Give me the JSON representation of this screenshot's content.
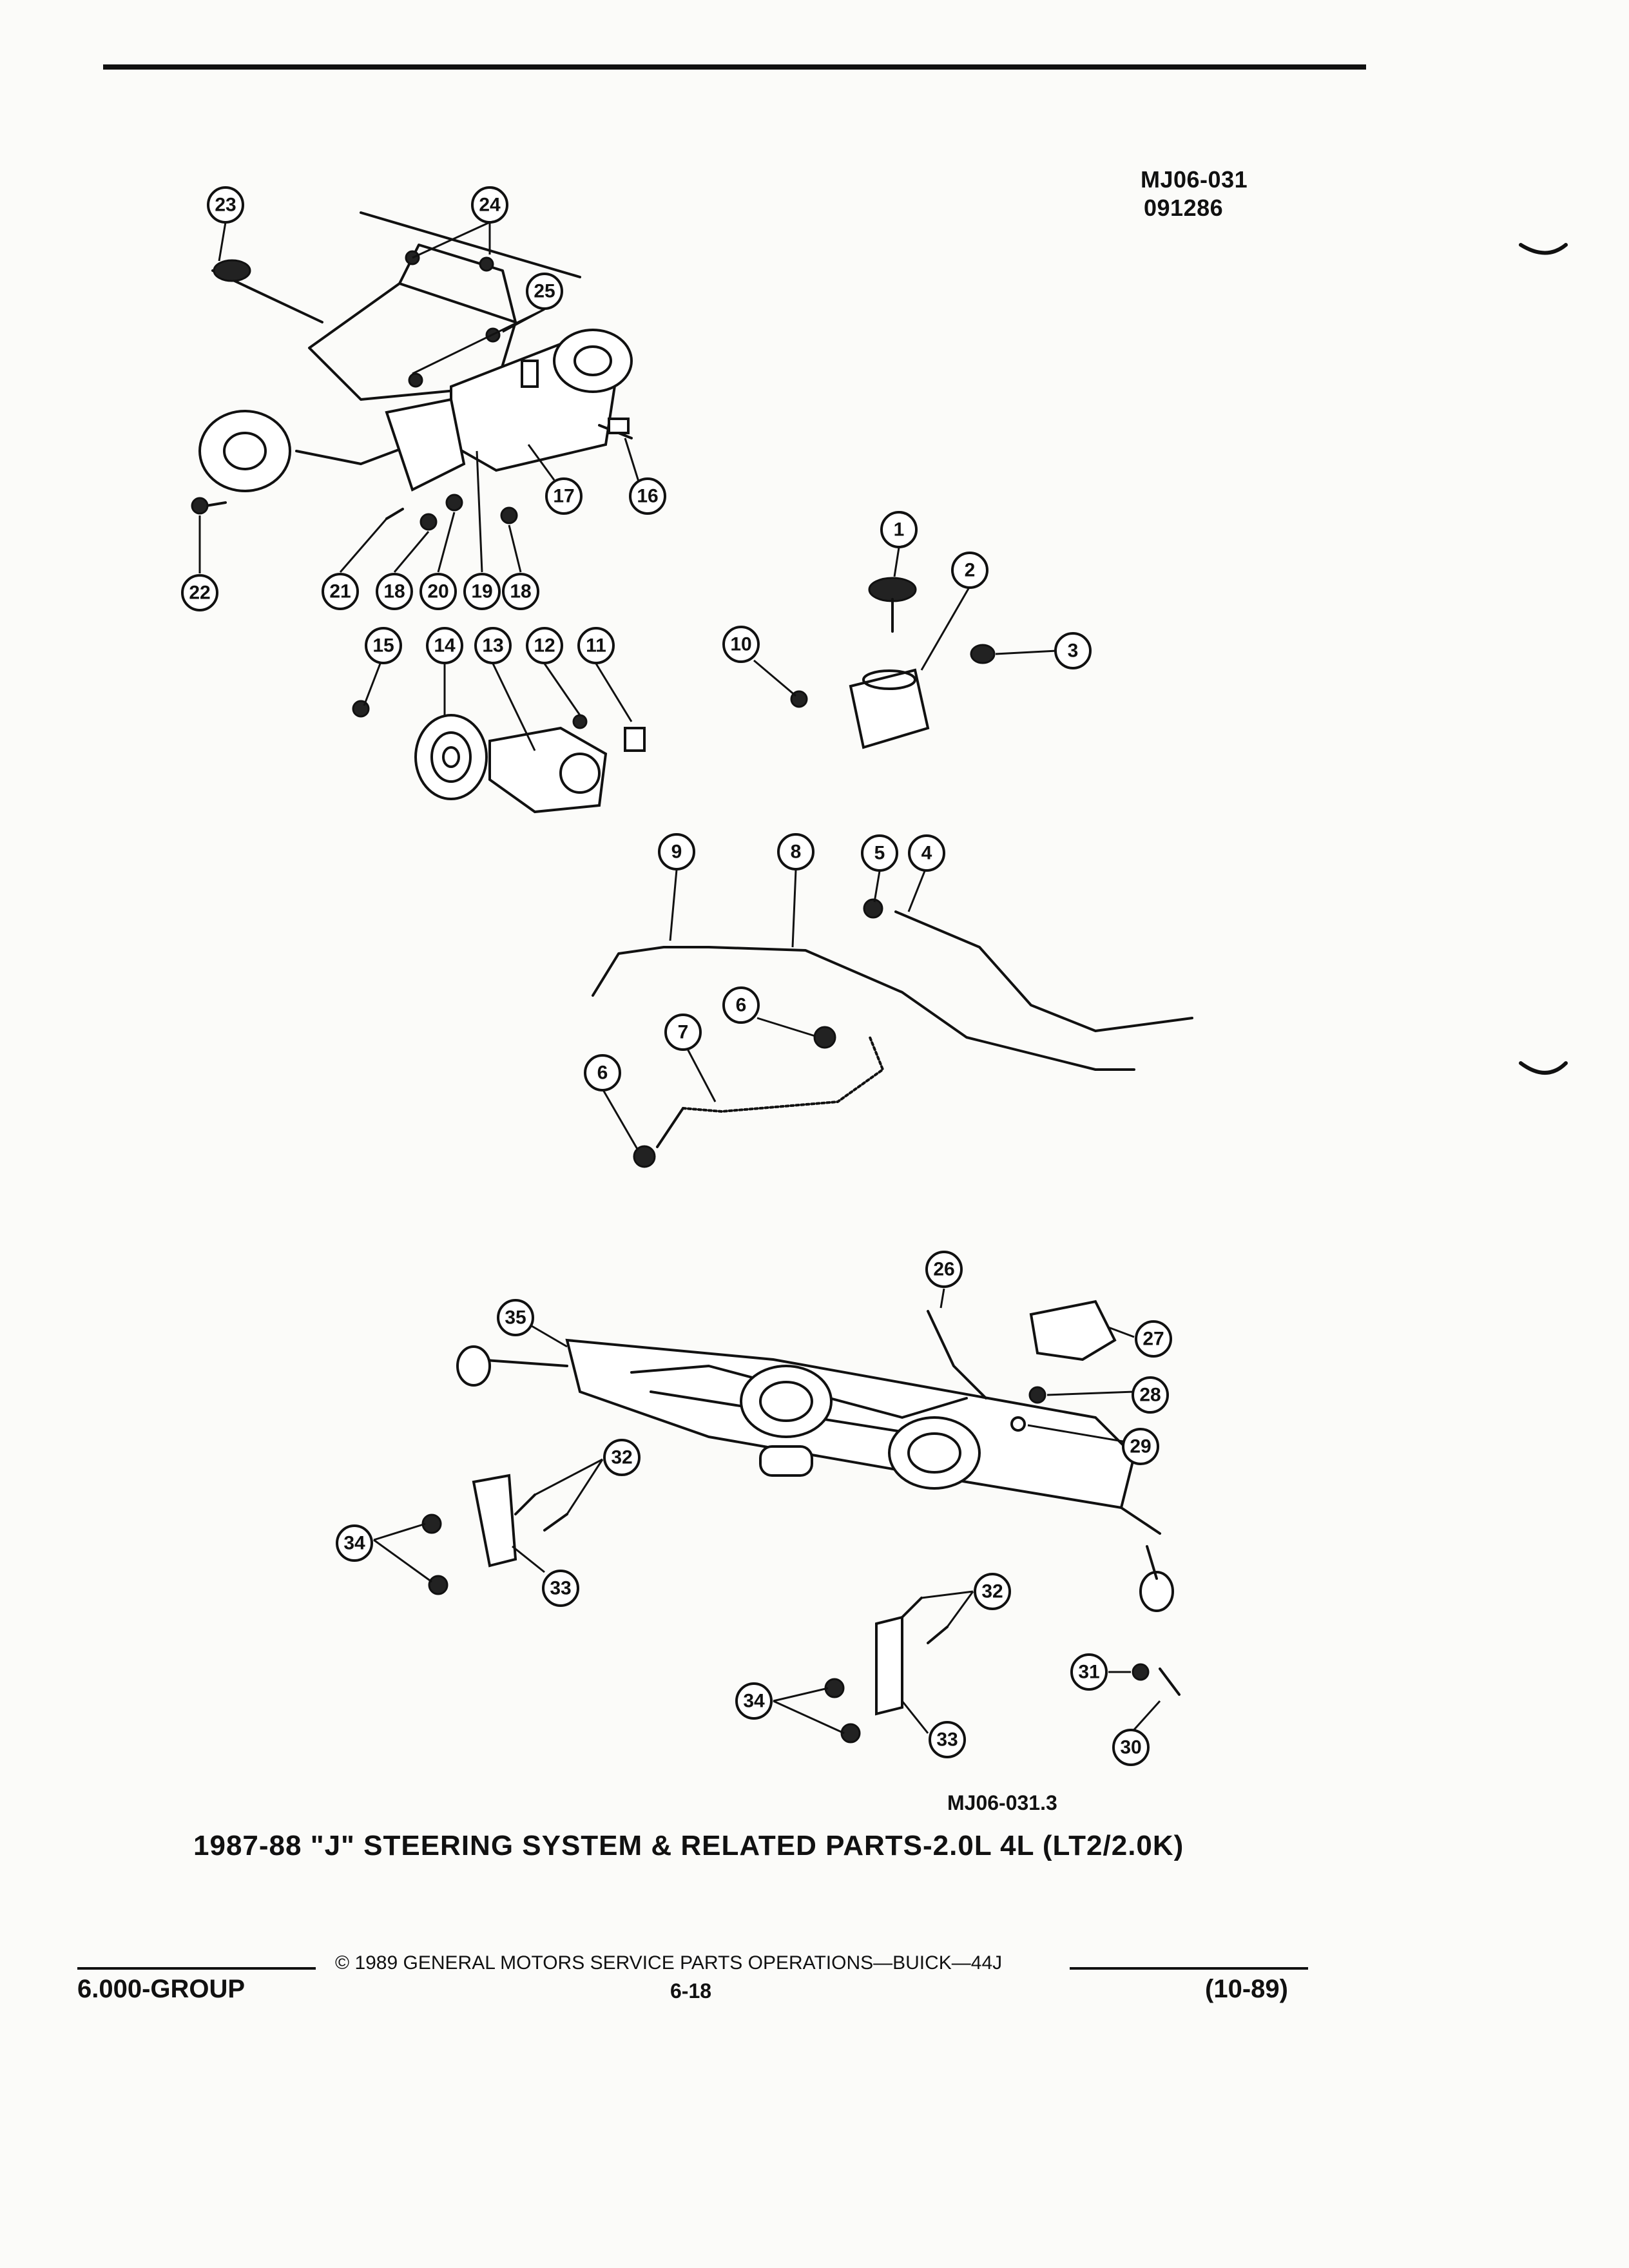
{
  "header": {
    "drawing_code": "MJ06-031",
    "drawing_date": "091286"
  },
  "figure": {
    "code": "MJ06-031.3",
    "title": "1987-88 \"J\" STEERING SYSTEM & RELATED PARTS-2.0L 4L (LT2/2.0K)"
  },
  "callouts": {
    "c1": "1",
    "c2": "2",
    "c3": "3",
    "c4": "4",
    "c5": "5",
    "c6a": "6",
    "c6b": "6",
    "c7": "7",
    "c8": "8",
    "c9": "9",
    "c10": "10",
    "c11": "11",
    "c12": "12",
    "c13": "13",
    "c14": "14",
    "c15": "15",
    "c16": "16",
    "c17": "17",
    "c18a": "18",
    "c18b": "18",
    "c19": "19",
    "c20": "20",
    "c21": "21",
    "c22": "22",
    "c23": "23",
    "c24": "24",
    "c25": "25",
    "c26": "26",
    "c27": "27",
    "c28": "28",
    "c29": "29",
    "c30": "30",
    "c31": "31",
    "c32a": "32",
    "c32b": "32",
    "c33a": "33",
    "c33b": "33",
    "c34a": "34",
    "c34b": "34",
    "c35": "35"
  },
  "footer": {
    "group": "6.000-GROUP",
    "copyright": "© 1989 GENERAL MOTORS SERVICE PARTS OPERATIONS—BUICK—44J",
    "page": "6-18",
    "date": "(10-89)"
  }
}
